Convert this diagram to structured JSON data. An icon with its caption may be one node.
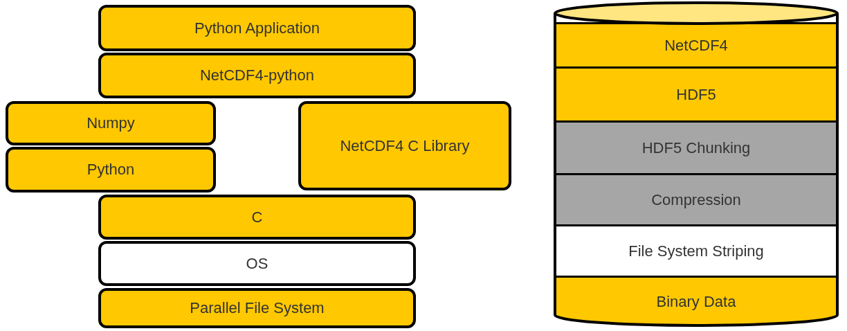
{
  "diagram": {
    "nodes": [
      {
        "text": [
          "Python Application"
        ]
      },
      {
        "text": [
          "NetCDF4-python"
        ]
      },
      {
        "text": [
          "Numpy"
        ]
      },
      {
        "text": [
          "Python"
        ]
      },
      {
        "text": [
          "NetCDF4 C Library"
        ]
      },
      {
        "text": [
          "C"
        ]
      },
      {
        "text": [
          "OS"
        ]
      },
      {
        "text": [
          "Parallel File System"
        ]
      },
      {
        "text": [],
        "shape": "cylinder"
      },
      {
        "text": [
          "NetCDF4"
        ],
        "in": 8
      },
      {
        "text": [
          "HDF5"
        ],
        "in": 8
      },
      {
        "text": [
          "HDF5 Chunking"
        ],
        "in": 8
      },
      {
        "text": [
          "Compression"
        ],
        "in": 8
      },
      {
        "text": [
          "File System Striping"
        ],
        "in": 8
      },
      {
        "text": [
          "Binary Data"
        ],
        "in": 8
      }
    ]
  }
}
